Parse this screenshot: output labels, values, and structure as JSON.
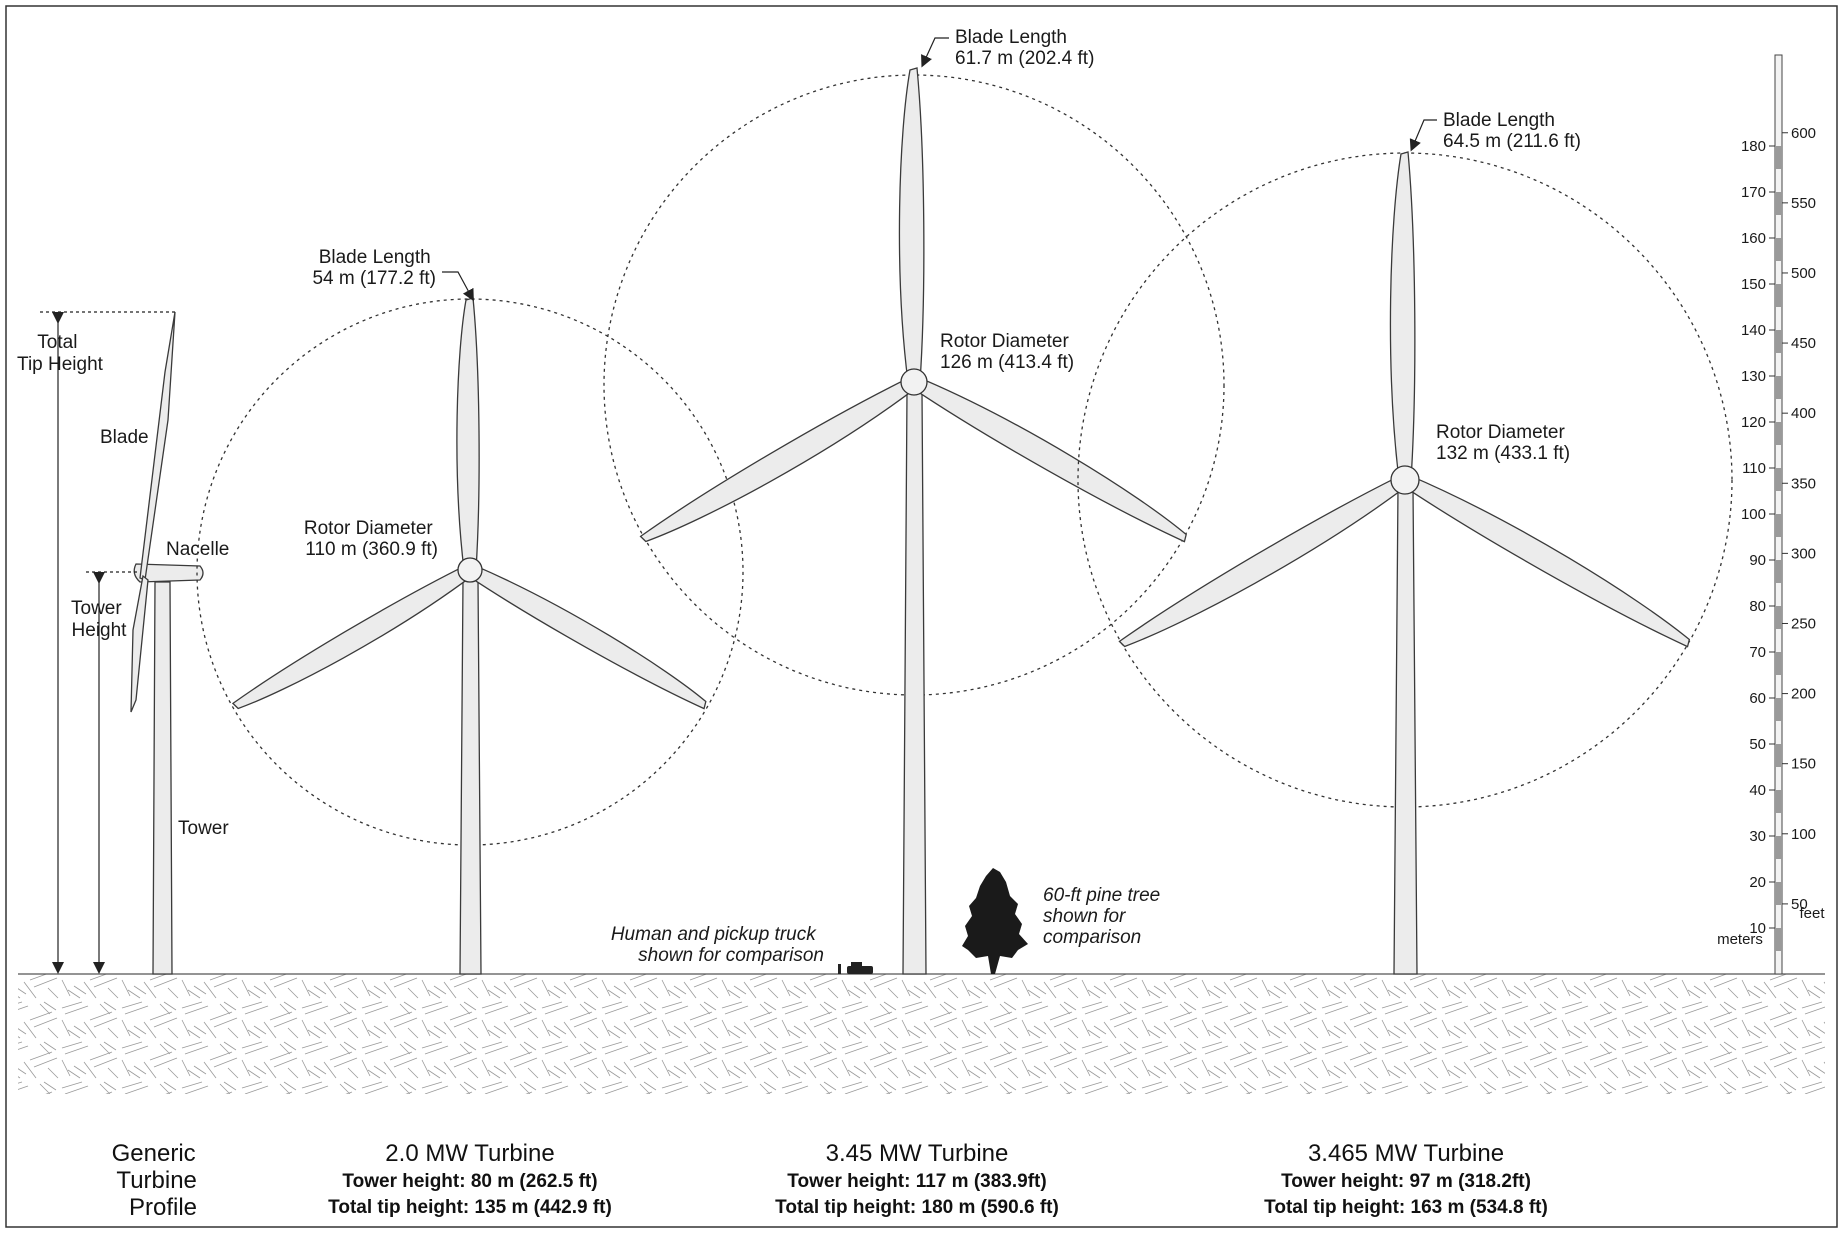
{
  "generic_profile": {
    "labels": {
      "total_tip_height": [
        "Total",
        "Tip Height"
      ],
      "blade": "Blade",
      "nacelle": "Nacelle",
      "tower_height": [
        "Tower",
        "Height"
      ],
      "tower": "Tower"
    },
    "caption": [
      "Generic",
      "Turbine",
      "Profile"
    ]
  },
  "turbines": [
    {
      "id": "t1",
      "blade_length": [
        "Blade Length",
        "54 m (177.2 ft)"
      ],
      "rotor_diameter": [
        "Rotor Diameter",
        "110 m (360.9 ft)"
      ],
      "title": "2.0 MW Turbine",
      "tower_line": "Tower height:  80 m (262.5 ft)",
      "tip_line": "Total tip height: 135 m (442.9 ft)",
      "tower_height_m": 80,
      "blade_length_m": 54,
      "tip_height_m": 135
    },
    {
      "id": "t2",
      "blade_length": [
        "Blade Length",
        "61.7 m (202.4 ft)"
      ],
      "rotor_diameter": [
        "Rotor Diameter",
        "126 m (413.4 ft)"
      ],
      "title": "3.45 MW Turbine",
      "tower_line": "Tower height:  117 m (383.9ft)",
      "tip_line": "Total tip height: 180 m (590.6 ft)",
      "tower_height_m": 117,
      "blade_length_m": 61.7,
      "tip_height_m": 180
    },
    {
      "id": "t3",
      "blade_length": [
        "Blade Length",
        "64.5 m (211.6 ft)"
      ],
      "rotor_diameter": [
        "Rotor Diameter",
        "132 m (433.1 ft)"
      ],
      "title": "3.465 MW Turbine",
      "tower_line": "Tower height:  97 m (318.2ft)",
      "tip_line": "Total tip height: 163 m (534.8 ft)",
      "tower_height_m": 97,
      "blade_length_m": 64.5,
      "tip_height_m": 163
    }
  ],
  "comparisons": {
    "human_truck": [
      "Human and pickup truck",
      "shown for comparison"
    ],
    "pine_tree": [
      "60-ft pine tree",
      "shown for",
      "comparison"
    ]
  },
  "scale": {
    "meters_ticks": [
      10,
      20,
      30,
      40,
      50,
      60,
      70,
      80,
      90,
      100,
      110,
      120,
      130,
      140,
      150,
      160,
      170,
      180
    ],
    "feet_ticks": [
      50,
      100,
      150,
      200,
      250,
      300,
      350,
      400,
      450,
      500,
      550,
      600
    ],
    "meters_unit": "meters",
    "feet_unit": "feet"
  },
  "colors": {
    "line": "#3a3a3a",
    "fill": "#ececec",
    "ground_hatch": "#9a9a9a"
  }
}
